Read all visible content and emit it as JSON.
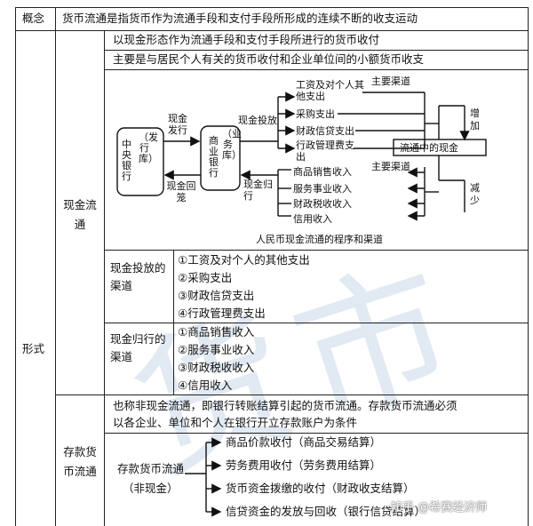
{
  "table": {
    "concept_label": "概念",
    "concept_text": "货币流通是指货币作为流通手段和支付手段所形成的连续不断的收支运动",
    "form_label": "形式",
    "cash": {
      "label": "现金流通",
      "def1": "以现金形态作为流通手段和支付手段所进行的货币收付",
      "def2": "主要是与居民个人有关的货币收付和企业单位间的小额货币收支",
      "issue_label": "现金投放的渠道",
      "issue_items": [
        "①工资及对个人的其他支出",
        "②采购支出",
        "③财政信贷支出",
        "④行政管理费支出"
      ],
      "return_label": "现金归行的渠道",
      "return_items": [
        "①商品销售收入",
        "②服务事业收入",
        "③财政税收收入",
        "④信用收入"
      ]
    },
    "deposit": {
      "label": "存款货币流通",
      "def_line1": "也称非现金流通，即银行转账结算引起的货币流通。存款货币流通必须",
      "def_line2": "以各企业、单位和个人在银行开立存款账户为条件",
      "group_line1": "存款货币流通",
      "group_line2": "（非现金）",
      "branches": [
        "商品价款收付（商品交易结算）",
        "劳务费用收付（劳务费用结算）",
        "货币资金拨缴的收付（财政收支结算）",
        "信贷资金的发放与回收（银行信贷结算）"
      ]
    }
  },
  "diagram": {
    "central_bank": "中央银行",
    "central_bank_sub": "（发行库）",
    "commercial_bank": "商业银行",
    "commercial_bank_sub": "（业务库）",
    "cash_issue": "现金发行",
    "cash_return": "现金回笼",
    "cash_put": "现金投放",
    "cash_back": "现金归行",
    "issue_items": [
      "工资及对个人其他支出",
      "采购支出",
      "财政信贷支出",
      "行政管理费支出"
    ],
    "return_items": [
      "商品销售收入",
      "服务事业收入",
      "财政税收收入",
      "信用收入"
    ],
    "main_channel_top": "主要渠道",
    "main_channel_bottom": "主要渠道",
    "circulating_cash": "流通中的现金",
    "increase": "增加",
    "decrease": "减少",
    "caption": "人民币现金流通的程序和渠道"
  },
  "watermark": "货市",
  "footer": "知乎 @希赛经济师"
}
